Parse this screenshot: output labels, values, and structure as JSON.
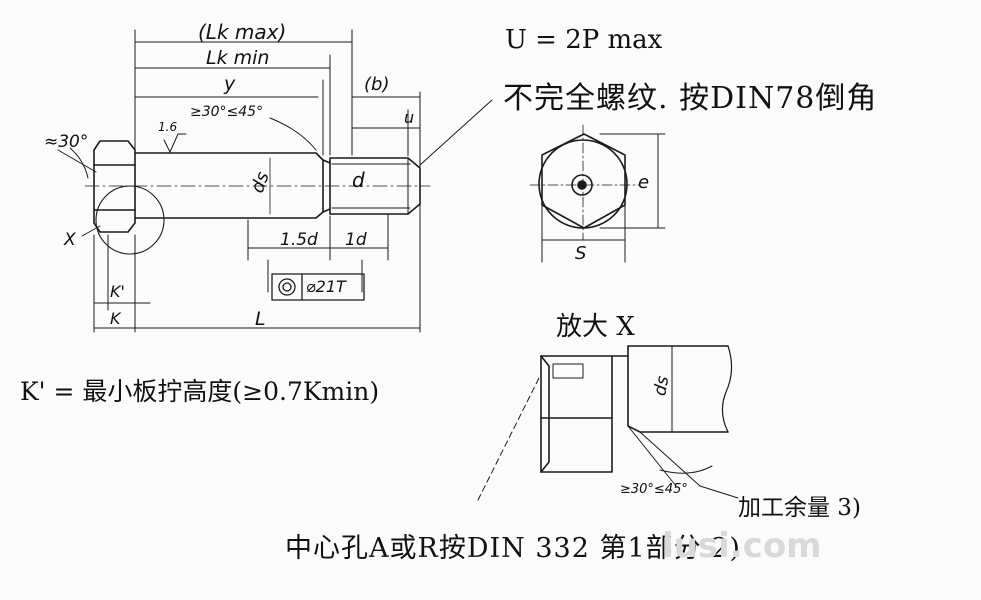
{
  "dimensions": {
    "lk_max": "(Lk max)",
    "lk_min": "Lk min",
    "y": "y",
    "b": "(b)",
    "u": "u",
    "angle_head": "≈30°",
    "angle_shoulder": "≥30°≤45°",
    "roughness": "1.6",
    "ds": "ds",
    "d": "d",
    "thread_len": "1.5d",
    "d_len": "1d",
    "tolerance_frame": "⌀21T",
    "k_prime": "K'",
    "k": "K",
    "l": "L",
    "x": "X",
    "e": "e",
    "s": "S",
    "detail_ds": "ds",
    "detail_angle": "≥30°≤45°"
  },
  "notes": {
    "u_formula": "U = 2P max",
    "incomplete_thread": "不完全螺纹. 按DIN78倒角",
    "k_prime_def": "K' = 最小板拧高度(≥0.7Kmin)",
    "enlarged": "放大  X",
    "process_mark": "加工余量 3)",
    "center_hole": "中心孔A或R按DIN 332 第1部分 2)"
  },
  "watermark": "lusi.com"
}
